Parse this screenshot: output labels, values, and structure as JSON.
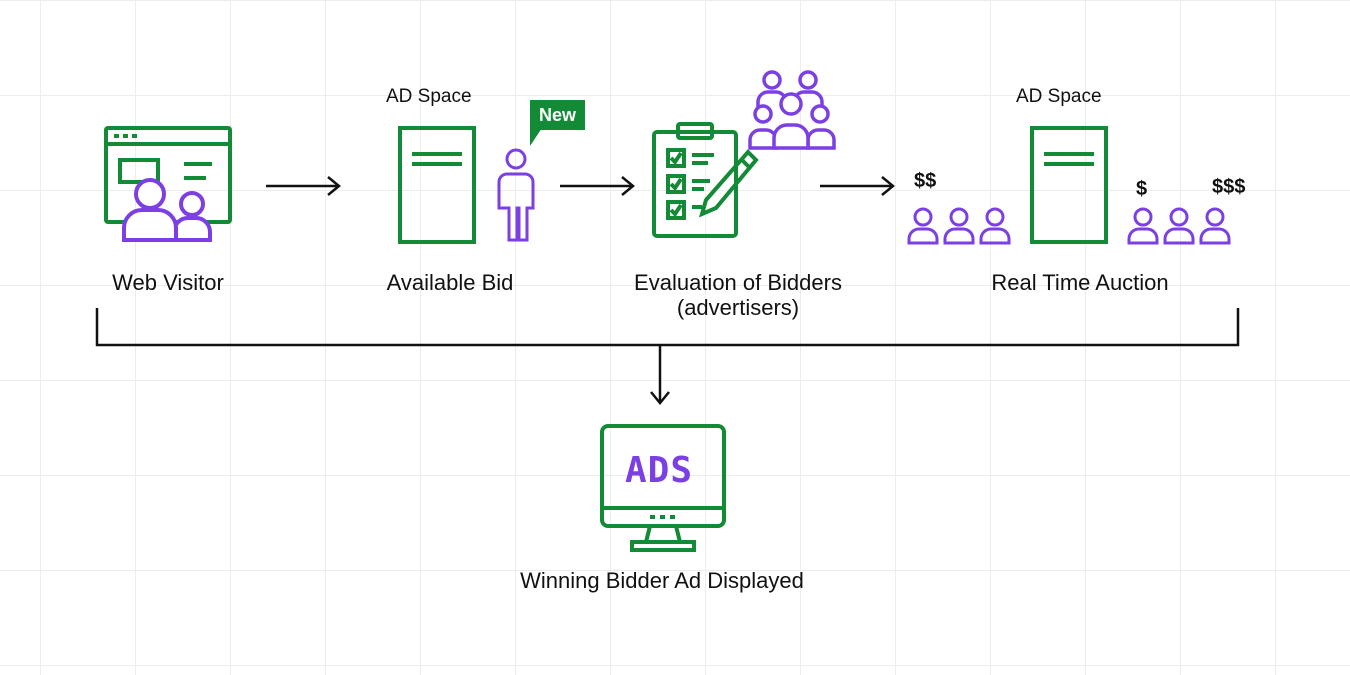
{
  "colors": {
    "green": "#138a36",
    "purple": "#7b3fe4",
    "ink": "#111111"
  },
  "steps": {
    "web_visitor": {
      "label": "Web Visitor",
      "icon": "browser-users-icon"
    },
    "available_bid": {
      "label": "Available Bid",
      "ad_space": "AD Space",
      "badge": "New",
      "icon": "ad-page-person-icon"
    },
    "evaluation": {
      "label_line1": "Evaluation of Bidders",
      "label_line2": "(advertisers)",
      "icon": "checklist-group-icon"
    },
    "auction": {
      "label": "Real Time Auction",
      "ad_space": "AD Space",
      "bid_left": "$$",
      "bid_mid": "$",
      "bid_right": "$$$",
      "icon": "auction-bidders-icon"
    }
  },
  "result": {
    "label": "Winning Bidder Ad Displayed",
    "screen_text": "ADS",
    "icon": "monitor-ads-icon"
  }
}
